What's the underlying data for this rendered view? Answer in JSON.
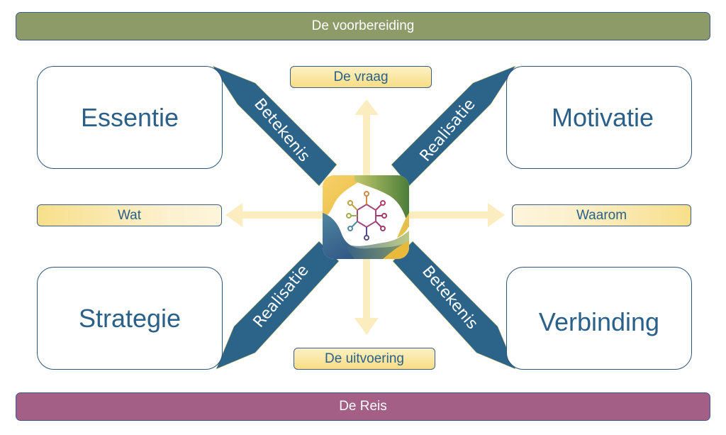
{
  "header_bar": {
    "label": "De voorbereiding",
    "color": "#8c9b68"
  },
  "footer_bar": {
    "label": "De Reis",
    "color": "#a45f86"
  },
  "corner_boxes": {
    "top_left": "Essentie",
    "top_right": "Motivatie",
    "bottom_left": "Strategie",
    "bottom_right": "Verbinding"
  },
  "direction_labels": {
    "top": "De vraag",
    "bottom": "De uitvoering",
    "left": "Wat",
    "right": "Waarom"
  },
  "ribbons": {
    "top_left": "Betekenis",
    "top_right": "Realisatie",
    "bottom_left": "Realisatie",
    "bottom_right": "Betekenis"
  },
  "center_logo": {
    "icon": "molecule-network-icon"
  },
  "colors": {
    "ribbon": "#2c6389",
    "arrow": "#fcedc0",
    "text_blue": "#2b6088",
    "label_border": "#3e5c8a"
  }
}
